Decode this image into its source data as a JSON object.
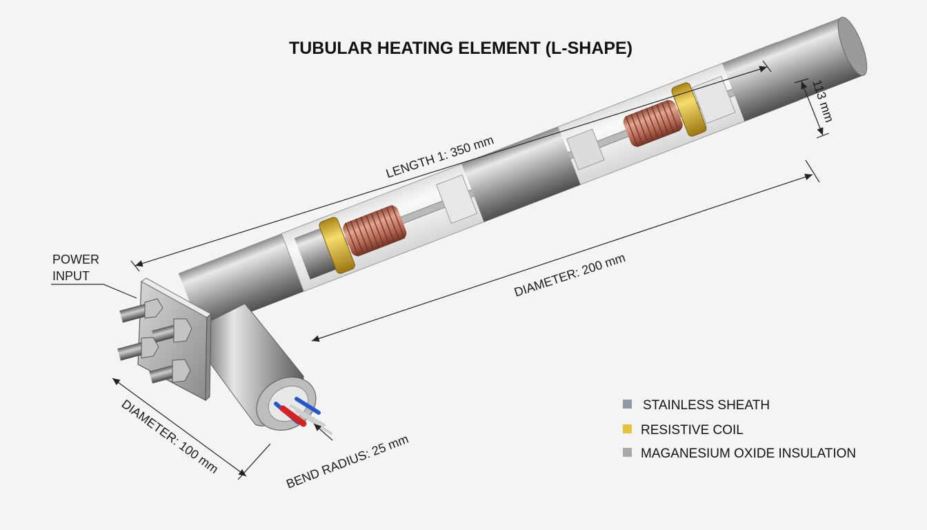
{
  "title": "TUBULAR HEATING ELEMENT (L-SHAPE)",
  "callouts": {
    "power_input_line1": "POWER",
    "power_input_line2": "INPUT"
  },
  "dimensions": {
    "length": "LENGTH 1: 350 mm",
    "height": "113 mm",
    "diameter_main": "DIAMETER: 200 mm",
    "diameter_leg": "DIAMETER: 100 mm",
    "bend_radius": "BEND RADIUS: 25 mm"
  },
  "legend": [
    {
      "label": "STAINLESS SHEATH",
      "color": "#8f99a8"
    },
    {
      "label": "RESISTIVE COIL",
      "color": "#e2c23a"
    },
    {
      "label": "MAGANESIUM OXIDE INSULATION",
      "color": "#a9a9a9"
    }
  ],
  "colors": {
    "sheath_light": "#dedede",
    "sheath_dark": "#6d6d6d",
    "coil_copper": "#b86a55",
    "band_gold": "#d9b52e",
    "wire_red": "#d42323",
    "wire_blue": "#2458c9"
  }
}
